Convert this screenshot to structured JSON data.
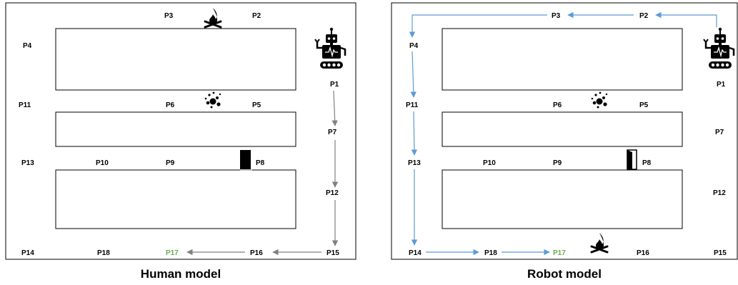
{
  "panels": [
    {
      "id": "human",
      "caption": "Human model",
      "points": {
        "P1": "P1",
        "P2": "P2",
        "P3": "P3",
        "P4": "P4",
        "P5": "P5",
        "P6": "P6",
        "P7": "P7",
        "P8": "P8",
        "P9": "P9",
        "P10": "P10",
        "P11": "P11",
        "P12": "P12",
        "P13": "P13",
        "P14": "P14",
        "P15": "P15",
        "P16": "P16",
        "P17": "P17",
        "P18": "P18"
      },
      "goal": "P17",
      "path": [
        "P1",
        "P7",
        "P12",
        "P15",
        "P16",
        "P17"
      ],
      "path_color": "#808080",
      "hazards": {
        "fire": "near P3/P2",
        "debris": "near P6/P5",
        "door": "near P8 (closed)"
      }
    },
    {
      "id": "robot",
      "caption": "Robot model",
      "points": {
        "P1": "P1",
        "P2": "P2",
        "P3": "P3",
        "P4": "P4",
        "P5": "P5",
        "P6": "P6",
        "P7": "P7",
        "P8": "P8",
        "P9": "P9",
        "P10": "P10",
        "P11": "P11",
        "P12": "P12",
        "P13": "P13",
        "P14": "P14",
        "P15": "P15",
        "P16": "P16",
        "P17": "P17",
        "P18": "P18"
      },
      "goal": "P17",
      "path": [
        "P1",
        "P2",
        "P3",
        "P4",
        "P11",
        "P13",
        "P14",
        "P18",
        "P17"
      ],
      "path_color": "#5b9bd5",
      "hazards": {
        "fire": "near P16",
        "debris": "near P6/P5",
        "door": "near P8 (open)"
      }
    }
  ],
  "icons": [
    "robot-icon",
    "fire-icon",
    "debris-icon",
    "door-icon"
  ],
  "colors": {
    "goal_label": "#6aa84f",
    "human_path": "#808080",
    "robot_path": "#5b9bd5"
  }
}
